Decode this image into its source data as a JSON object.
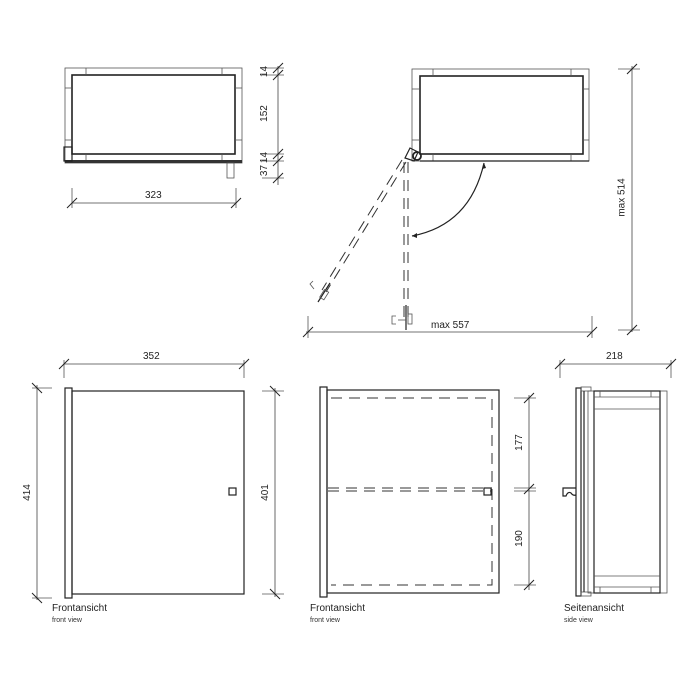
{
  "drawing": {
    "top_view_closed": {
      "dims": {
        "width": "323",
        "back_panel": "14",
        "depth": "152",
        "front_panel": "14",
        "handle": "37"
      }
    },
    "top_view_open": {
      "dims": {
        "max_width": "max 557",
        "max_depth": "max 514"
      }
    },
    "front_view": {
      "title": "Frontansicht",
      "subtitle": "front view",
      "dims": {
        "width": "352",
        "height_total": "414",
        "height_body": "401"
      }
    },
    "front_view_inner": {
      "title": "Frontansicht",
      "subtitle": "front view",
      "dims": {
        "upper_compartment": "177",
        "lower_compartment": "190"
      }
    },
    "side_view": {
      "title": "Seitenansicht",
      "subtitle": "side view",
      "dims": {
        "depth": "218"
      }
    }
  }
}
